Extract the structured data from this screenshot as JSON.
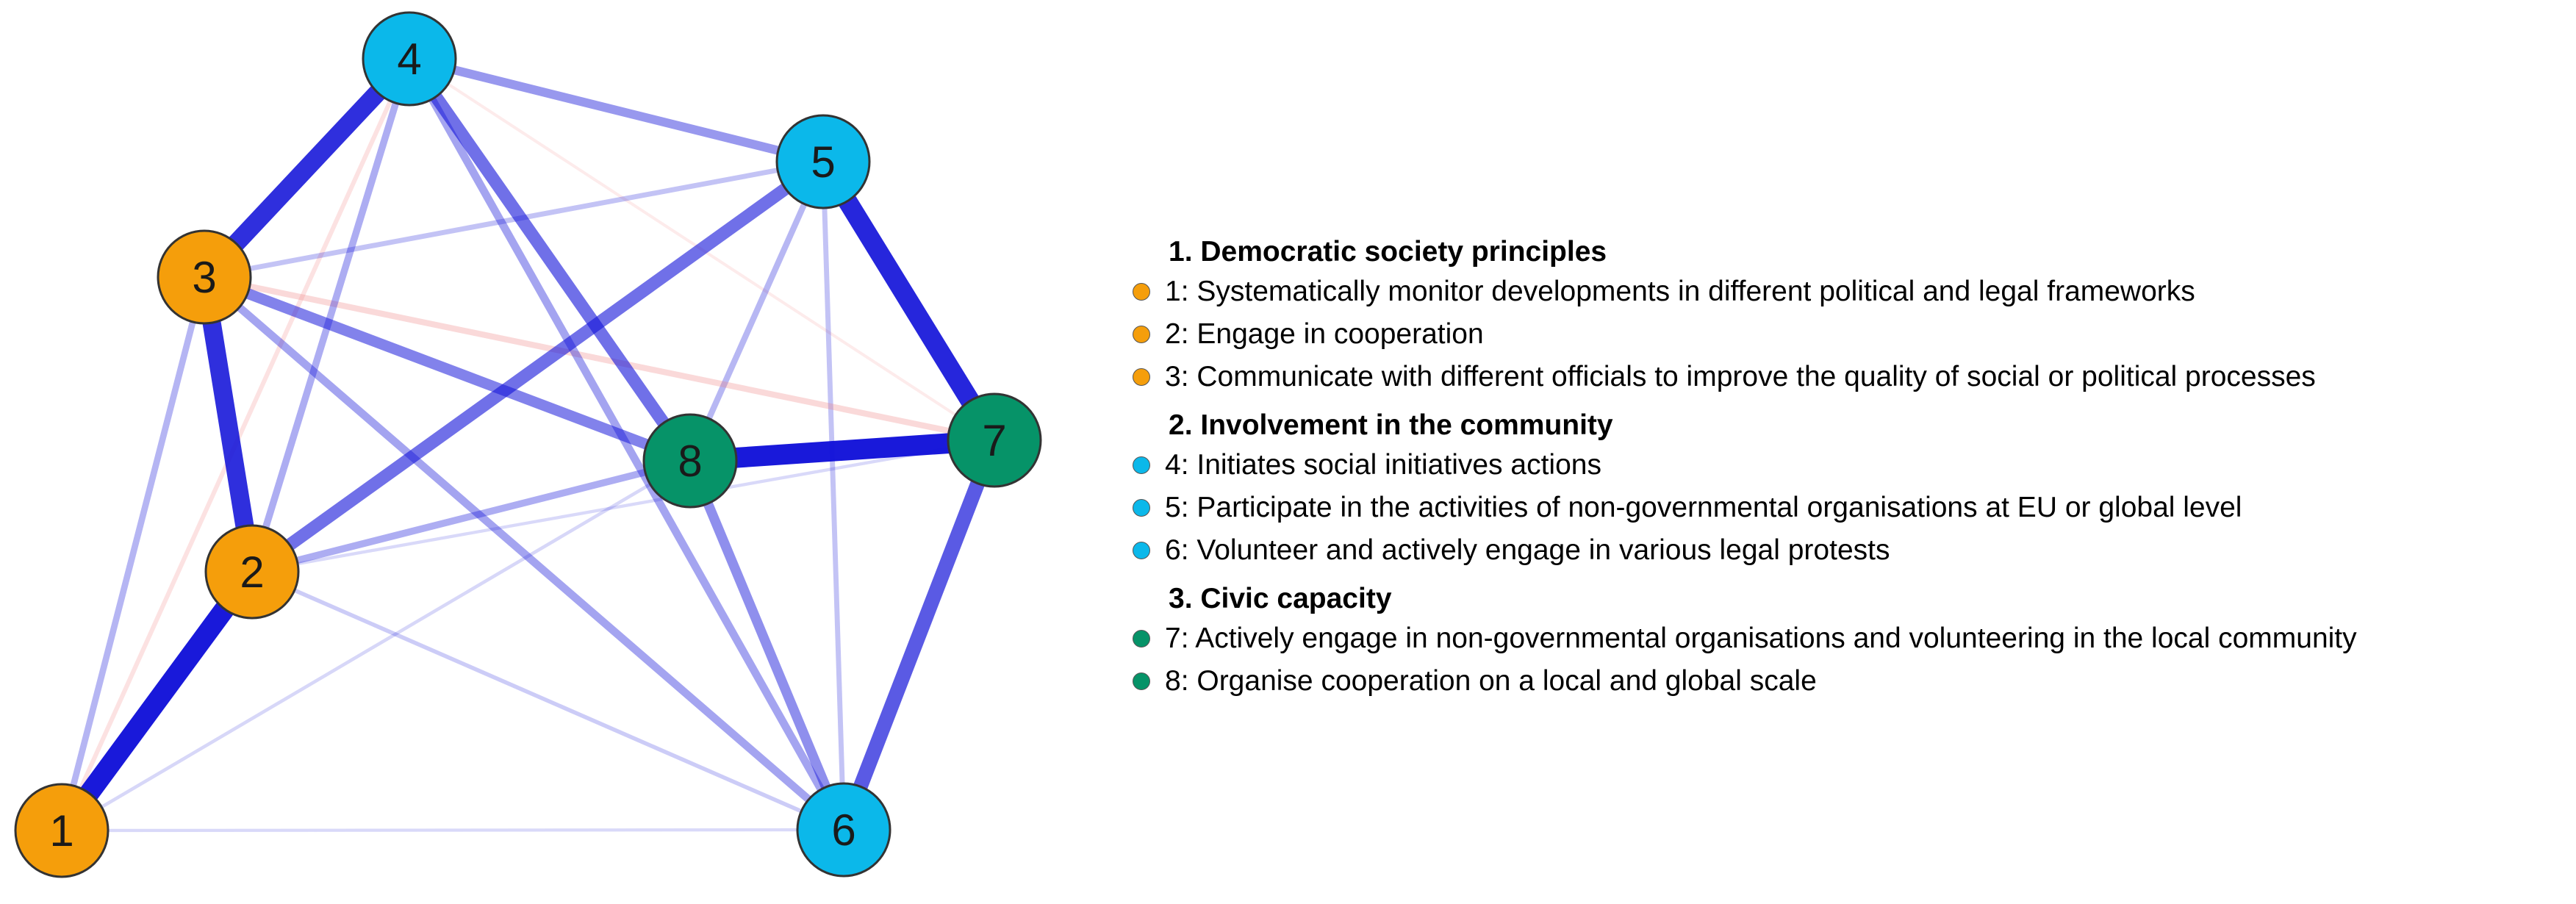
{
  "colors": {
    "group1": "#f59e0b",
    "group2": "#0bb8ea",
    "group3": "#069368",
    "positive_edge": "#1010d8",
    "negative_edge": "#f08080"
  },
  "network": {
    "nodes": [
      {
        "id": "1",
        "label": "1",
        "group": "group1"
      },
      {
        "id": "2",
        "label": "2",
        "group": "group1"
      },
      {
        "id": "3",
        "label": "3",
        "group": "group1"
      },
      {
        "id": "4",
        "label": "4",
        "group": "group2"
      },
      {
        "id": "5",
        "label": "5",
        "group": "group2"
      },
      {
        "id": "6",
        "label": "6",
        "group": "group2"
      },
      {
        "id": "7",
        "label": "7",
        "group": "group3"
      },
      {
        "id": "8",
        "label": "8",
        "group": "group3"
      }
    ],
    "edges": [
      {
        "source": "1",
        "target": "2",
        "weight": 0.95,
        "sign": "positive"
      },
      {
        "source": "3",
        "target": "4",
        "weight": 0.85,
        "sign": "positive"
      },
      {
        "source": "2",
        "target": "3",
        "weight": 0.85,
        "sign": "positive"
      },
      {
        "source": "5",
        "target": "7",
        "weight": 0.9,
        "sign": "positive"
      },
      {
        "source": "7",
        "target": "8",
        "weight": 0.95,
        "sign": "positive"
      },
      {
        "source": "6",
        "target": "7",
        "weight": 0.65,
        "sign": "positive"
      },
      {
        "source": "2",
        "target": "5",
        "weight": 0.55,
        "sign": "positive"
      },
      {
        "source": "4",
        "target": "8",
        "weight": 0.55,
        "sign": "positive"
      },
      {
        "source": "3",
        "target": "8",
        "weight": 0.45,
        "sign": "positive"
      },
      {
        "source": "6",
        "target": "8",
        "weight": 0.4,
        "sign": "positive"
      },
      {
        "source": "4",
        "target": "5",
        "weight": 0.35,
        "sign": "positive"
      },
      {
        "source": "3",
        "target": "6",
        "weight": 0.3,
        "sign": "positive"
      },
      {
        "source": "4",
        "target": "6",
        "weight": 0.3,
        "sign": "positive"
      },
      {
        "source": "1",
        "target": "3",
        "weight": 0.22,
        "sign": "positive"
      },
      {
        "source": "2",
        "target": "4",
        "weight": 0.25,
        "sign": "positive"
      },
      {
        "source": "2",
        "target": "8",
        "weight": 0.25,
        "sign": "positive"
      },
      {
        "source": "3",
        "target": "5",
        "weight": 0.15,
        "sign": "positive"
      },
      {
        "source": "5",
        "target": "8",
        "weight": 0.2,
        "sign": "positive"
      },
      {
        "source": "5",
        "target": "6",
        "weight": 0.15,
        "sign": "positive"
      },
      {
        "source": "2",
        "target": "6",
        "weight": 0.1,
        "sign": "positive"
      },
      {
        "source": "1",
        "target": "8",
        "weight": 0.06,
        "sign": "positive"
      },
      {
        "source": "1",
        "target": "6",
        "weight": 0.05,
        "sign": "positive"
      },
      {
        "source": "2",
        "target": "7",
        "weight": 0.05,
        "sign": "positive"
      },
      {
        "source": "3",
        "target": "7",
        "weight": 0.2,
        "sign": "negative"
      },
      {
        "source": "1",
        "target": "4",
        "weight": 0.12,
        "sign": "negative"
      },
      {
        "source": "5",
        "target": "7",
        "weight": 0.0,
        "sign": "positive"
      },
      {
        "source": "4",
        "target": "7",
        "weight": 0.04,
        "sign": "negative"
      }
    ]
  },
  "legend": {
    "groups": [
      {
        "heading": "1. Democratic society principles",
        "group": "group1",
        "items": [
          "1: Systematically monitor developments in different political and legal frameworks",
          "2: Engage in cooperation",
          "3: Communicate with different officials  to improve the quality of social or political processes"
        ]
      },
      {
        "heading": "2. Involvement in the community",
        "group": "group2",
        "items": [
          "4: Initiates social initiatives actions",
          "5: Participate  in the activities of non-governmental organisations at EU or global level",
          "6: Volunteer and actively engage in various legal protests"
        ]
      },
      {
        "heading": "3. Civic capacity",
        "group": "group3",
        "items": [
          "7: Actively engage in non-governmental organisations and volunteering in the local community",
          "8: Organise cooperation on a local and global scale"
        ]
      }
    ]
  }
}
